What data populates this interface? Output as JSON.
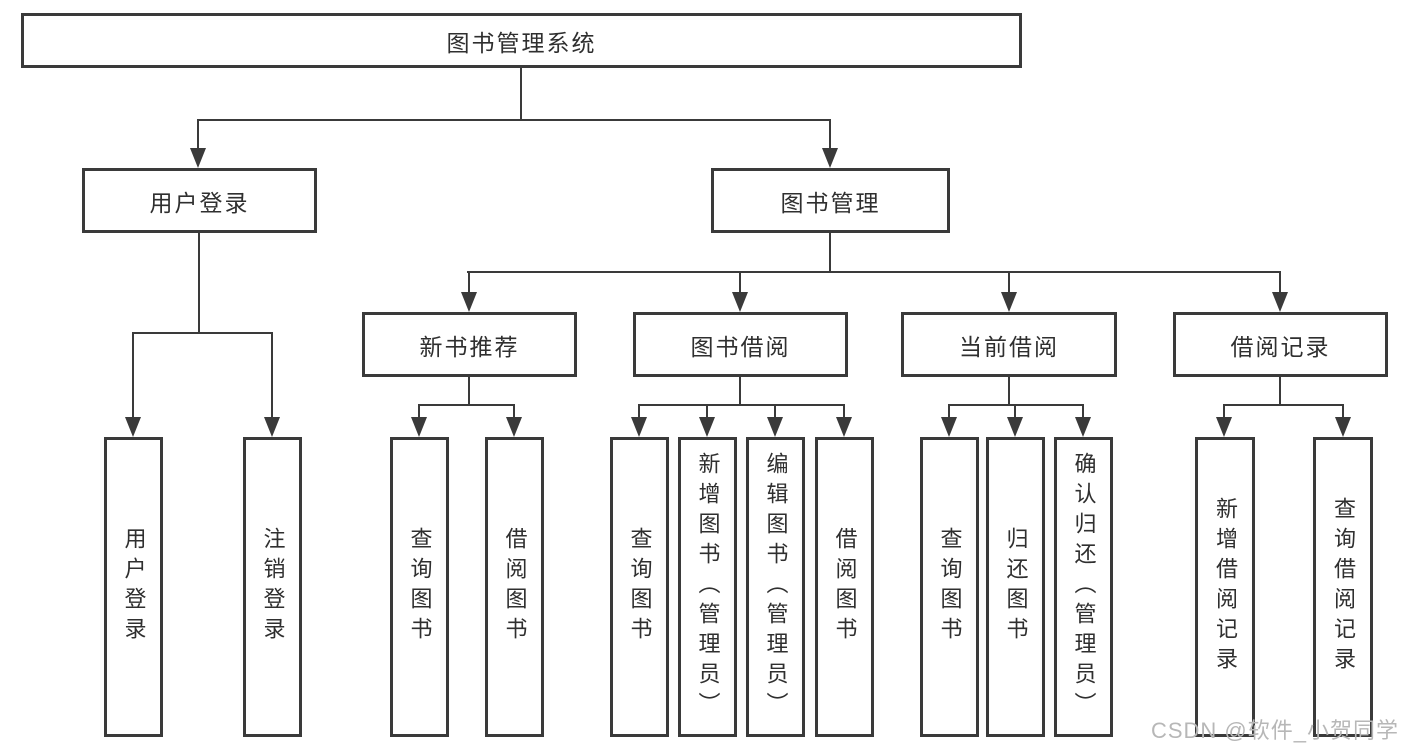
{
  "diagram_title": "图书管理系统",
  "nodes": {
    "root": "图书管理系统",
    "level2": [
      "用户登录",
      "图书管理"
    ],
    "level3": [
      "新书推荐",
      "图书借阅",
      "当前借阅",
      "借阅记录"
    ],
    "leaves": [
      "用户登录",
      "注销登录",
      "查询图书",
      "借阅图书",
      "查询图书",
      "新增图书（管理员）",
      "编辑图书（管理员）",
      "借阅图书",
      "查询图书",
      "归还图书",
      "确认归还（管理员）",
      "新增借阅记录",
      "查询借阅记录"
    ]
  },
  "hierarchy": {
    "图书管理系统": {
      "用户登录": [
        "用户登录",
        "注销登录"
      ],
      "图书管理": {
        "新书推荐": [
          "查询图书",
          "借阅图书"
        ],
        "图书借阅": [
          "查询图书",
          "新增图书（管理员）",
          "编辑图书（管理员）",
          "借阅图书"
        ],
        "当前借阅": [
          "查询图书",
          "归还图书",
          "确认归还（管理员）"
        ],
        "借阅记录": [
          "新增借阅记录",
          "查询借阅记录"
        ]
      }
    }
  },
  "watermark": "CSDN @软件_小贺同学",
  "colors": {
    "line": "#3a3a3a",
    "text": "#2f2f2f",
    "watermark": "#b7b7b7",
    "background": "#ffffff"
  }
}
